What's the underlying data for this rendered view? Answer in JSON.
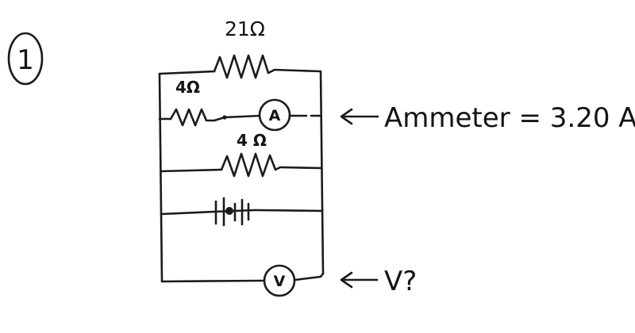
{
  "problem_number": "1",
  "components": {
    "r_top": {
      "label": "21Ω"
    },
    "r_left": {
      "label": "4Ω"
    },
    "r_middle": {
      "label": "4 Ω"
    },
    "ammeter": {
      "symbol": "A"
    },
    "voltmeter": {
      "symbol": "V"
    }
  },
  "annotations": {
    "ammeter_reading": "Ammeter = 3.20 A",
    "voltage_question": "V?"
  }
}
